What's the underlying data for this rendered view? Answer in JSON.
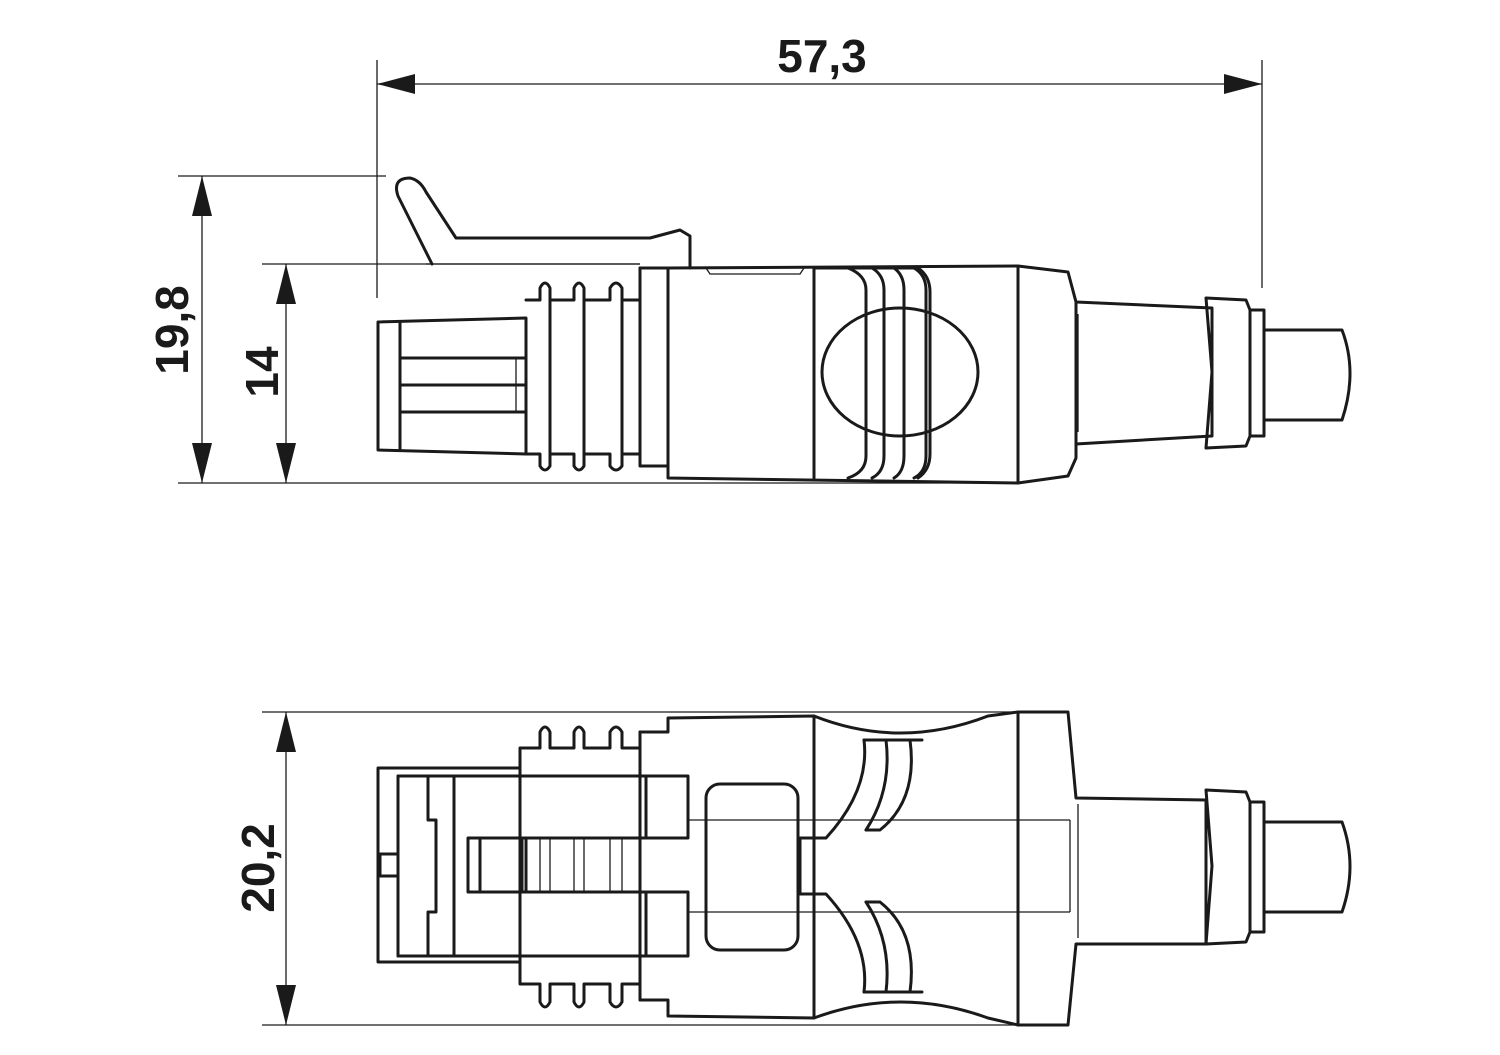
{
  "drawing": {
    "dimensions": {
      "overall_length": "57,3",
      "side_total_height": "19,8",
      "side_body_height": "14",
      "top_width": "20,2"
    },
    "line_color": "#1a1a1a",
    "background": "#ffffff"
  }
}
